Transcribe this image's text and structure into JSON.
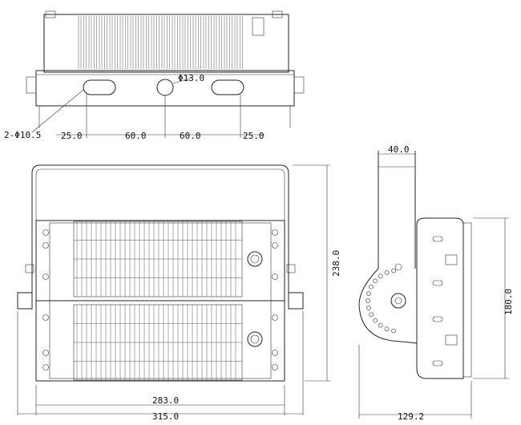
{
  "dimensions": {
    "holes_label": "2-Φ10.5",
    "center_hole_label": "Φ13.0",
    "top_offset_left": "25.0",
    "top_span_left": "60.0",
    "top_span_right": "60.0",
    "top_offset_right": "25.0",
    "front_height": "238.0",
    "front_inner_width": "283.0",
    "front_overall_width": "315.0",
    "side_bracket_width": "40.0",
    "side_body_height": "180.0",
    "side_overall_width": "129.2"
  }
}
